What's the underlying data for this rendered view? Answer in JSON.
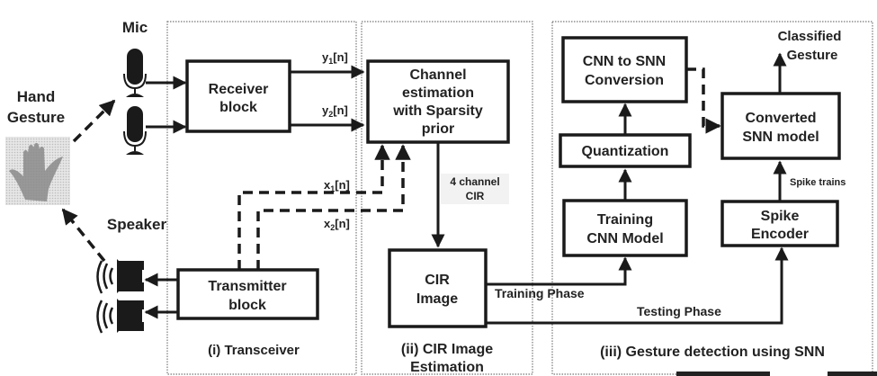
{
  "labels": {
    "mic": "Mic",
    "hand_gesture_1": "Hand",
    "hand_gesture_2": "Gesture",
    "speaker": "Speaker",
    "y1": "y",
    "y1_sub": "1",
    "y1_tail": "[n]",
    "y2": "y",
    "y2_sub": "2",
    "y2_tail": "[n]",
    "x1": "x",
    "x1_sub": "1",
    "x1_tail": "[n]",
    "x2": "x",
    "x2_sub": "2",
    "x2_tail": "[n]",
    "four_channel_1": "4 channel",
    "four_channel_2": "CIR",
    "training_phase": "Training Phase",
    "testing_phase": "Testing Phase",
    "spike_trains": "Spike trains",
    "classified_1": "Classified",
    "classified_2": "Gesture"
  },
  "blocks": {
    "receiver": [
      "Receiver",
      "block"
    ],
    "transmitter": [
      "Transmitter",
      "block"
    ],
    "channel_est": [
      "Channel",
      "estimation",
      "with Sparsity",
      "prior"
    ],
    "cir_image": [
      "CIR",
      "Image"
    ],
    "cnn_to_snn": [
      "CNN to SNN",
      "Conversion"
    ],
    "quantization": [
      "Quantization"
    ],
    "training_cnn": [
      "Training",
      "CNN Model"
    ],
    "converted_snn": [
      "Converted",
      "SNN model"
    ],
    "spike_encoder": [
      "Spike",
      "Encoder"
    ]
  },
  "panels": {
    "transceiver": "(i) Transceiver",
    "cir_estimation_1": "(ii) CIR Image",
    "cir_estimation_2": "Estimation",
    "gesture_detection": "(iii) Gesture detection using SNN"
  },
  "colors": {
    "ink": "#1a1a1a",
    "panel_border": "#777777",
    "hand_bg": "#d8d8d8",
    "hand": "#8a8a8a"
  }
}
